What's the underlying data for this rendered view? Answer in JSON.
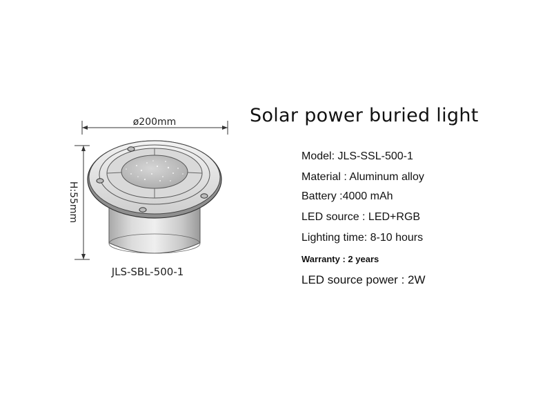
{
  "drawing": {
    "width_label": "ø200mm",
    "height_label": "H:55mm",
    "model_caption": "JLS-SBL-500-1",
    "colors": {
      "line": "#3a3a3a",
      "body_light": "#e4e4e4",
      "body_dark": "#9c9c9c",
      "lens": "#bdbdbd"
    }
  },
  "title": "Solar power buried light",
  "specs": [
    {
      "label": "Model: JLS-SSL-500-1"
    },
    {
      "label": "Material : Aluminum alloy"
    },
    {
      "label": "Battery :4000 mAh"
    },
    {
      "label": "LED source :  LED+RGB"
    },
    {
      "label": "Lighting time: 8-10 hours"
    },
    {
      "label": "Warranty  :  2  years"
    },
    {
      "label": "LED source power : 2W"
    }
  ]
}
